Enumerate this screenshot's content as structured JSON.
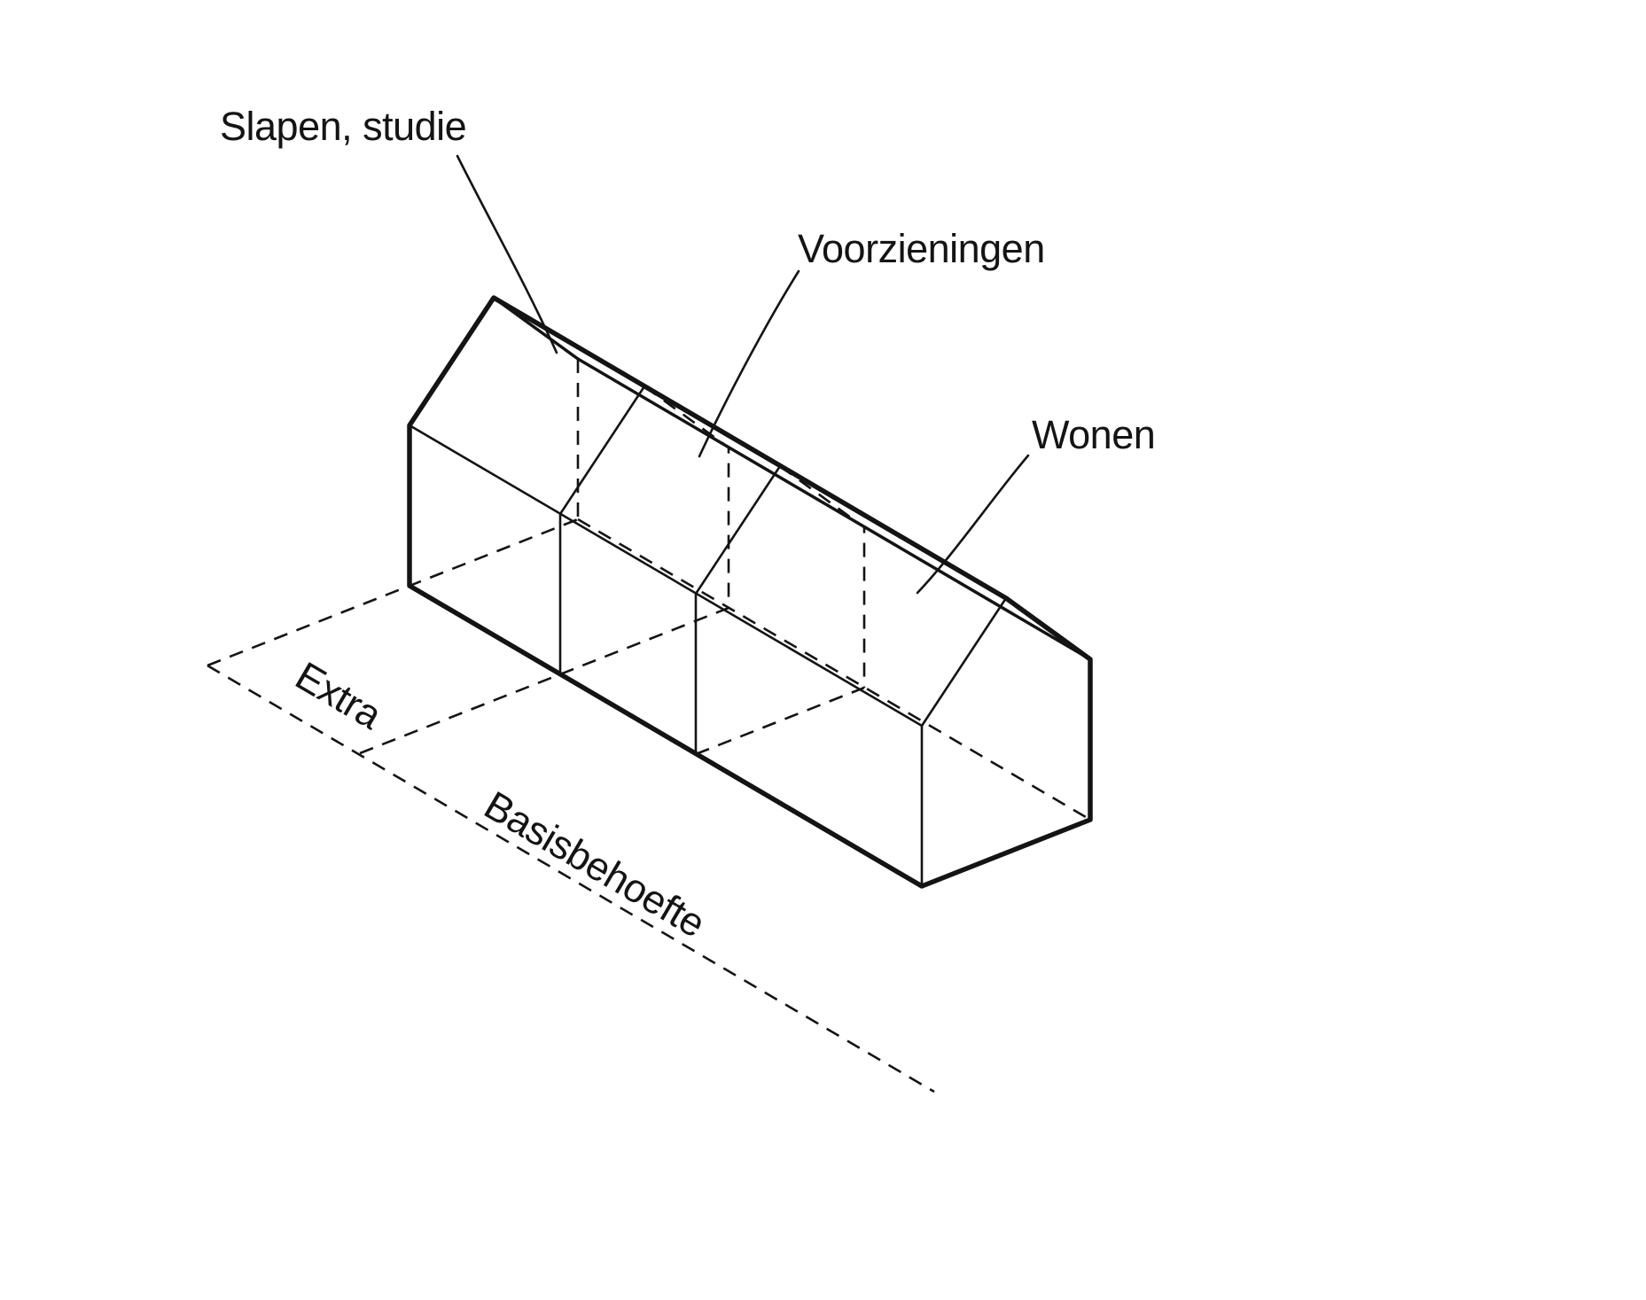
{
  "page": {
    "background_color": "#ffffff"
  },
  "diagram": {
    "kind": "axonometric-house-volume-diagram",
    "line_color": "#141414",
    "labels": {
      "sleep_study": "Slapen, studie",
      "facilities": "Voorzieningen",
      "living": "Wonen",
      "extra": "Extra",
      "basic_need": "Basisbehoefte"
    },
    "house_segments": [
      "Slapen, studie",
      "Voorzieningen",
      "Wonen"
    ],
    "ground_zones": [
      "Extra",
      "Basisbehoefte"
    ]
  }
}
